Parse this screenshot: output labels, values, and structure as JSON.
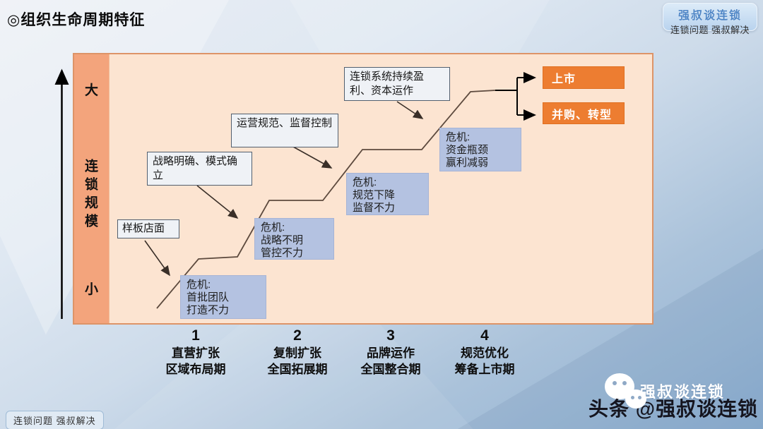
{
  "title": "◎组织生命周期特征",
  "badge": {
    "name": "强叔谈连锁",
    "tagline": "连锁问题 强叔解决"
  },
  "footer": {
    "badge": "连锁问题 强叔解决"
  },
  "watermark": {
    "wechat_name": "强叔谈连锁",
    "toutiao": "头条 @强叔谈连锁"
  },
  "chart_data": {
    "type": "staircase-lifecycle-diagram",
    "y_axis": {
      "top": "大",
      "label": "连锁规模",
      "bottom": "小"
    },
    "milestones": [
      {
        "label": "样板店面"
      },
      {
        "label": "战略明确、模式确立"
      },
      {
        "label": "运营规范、监督控制"
      },
      {
        "label": "连锁系统持续盈利、资本运作"
      }
    ],
    "crises": [
      {
        "label": "危机:\n首批团队\n打造不力"
      },
      {
        "label": "危机:\n战略不明\n管控不力"
      },
      {
        "label": "危机:\n规范下降\n监督不力"
      },
      {
        "label": "危机:\n资金瓶颈\n赢利减弱"
      }
    ],
    "outcomes": [
      {
        "label": "上市"
      },
      {
        "label": "并购、转型"
      }
    ],
    "stages": [
      {
        "num": "1",
        "line1": "直营扩张",
        "line2": "区域布局期"
      },
      {
        "num": "2",
        "line1": "复制扩张",
        "line2": "全国拓展期"
      },
      {
        "num": "3",
        "line1": "品牌运作",
        "line2": "全国整合期"
      },
      {
        "num": "4",
        "line1": "规范优化",
        "line2": "筹备上市期"
      }
    ],
    "colors": {
      "plot_bg": "#fce4d1",
      "axis_column": "#f3a47c",
      "crisis_box": "#b4c2e1",
      "milestone_box": "#eff2f6",
      "outcome_box": "#ED7D31",
      "stair_line": "#5d4a3e"
    }
  }
}
